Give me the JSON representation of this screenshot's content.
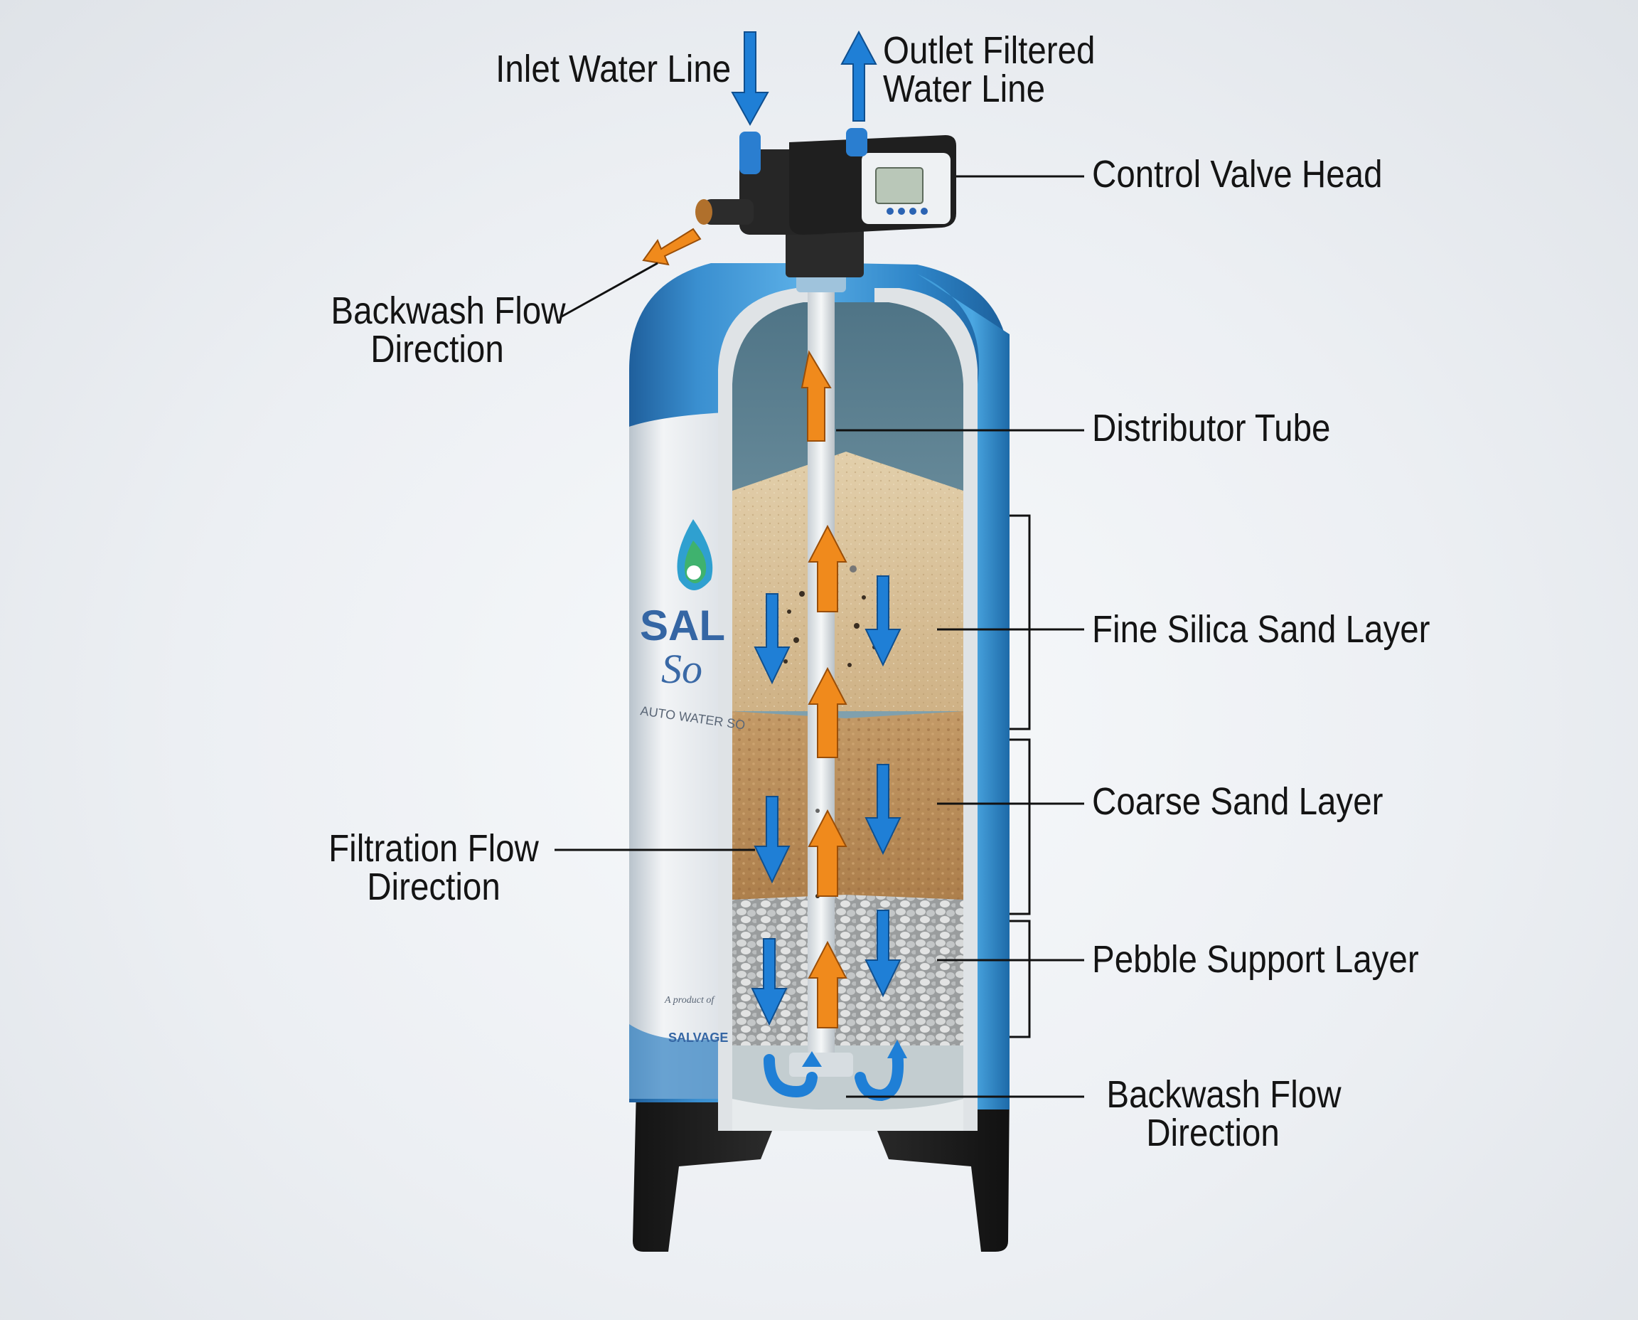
{
  "labels": {
    "inlet": "Inlet Water Line",
    "outlet_line1": "Outlet Filtered",
    "outlet_line2": "Water Line",
    "control_valve": "Control Valve Head",
    "backwash_top_line1": "Backwash Flow",
    "backwash_top_line2": "Direction",
    "distributor": "Distributor Tube",
    "fine_sand": "Fine Silica Sand Layer",
    "coarse_sand": "Coarse Sand Layer",
    "filtration_line1": "Filtration Flow",
    "filtration_line2": "Direction",
    "pebble": "Pebble Support Layer",
    "backwash_bottom_line1": "Backwash Flow",
    "backwash_bottom_line2": "Direction"
  },
  "tank_branding": {
    "brand_fragment": "SAL",
    "script_fragment": "So",
    "tagline_fragment": "AUTO WATER SO",
    "product_of": "A product of",
    "company": "SALVAGE"
  },
  "colors": {
    "tank_blue": "#2f86c9",
    "flow_blue": "#1f7fd6",
    "flow_orange": "#f08a1c",
    "fine_sand": "#d7bf98",
    "coarse_sand": "#b88a58",
    "pebbles": "#c9cbcb",
    "base_black": "#1e1e1e"
  }
}
